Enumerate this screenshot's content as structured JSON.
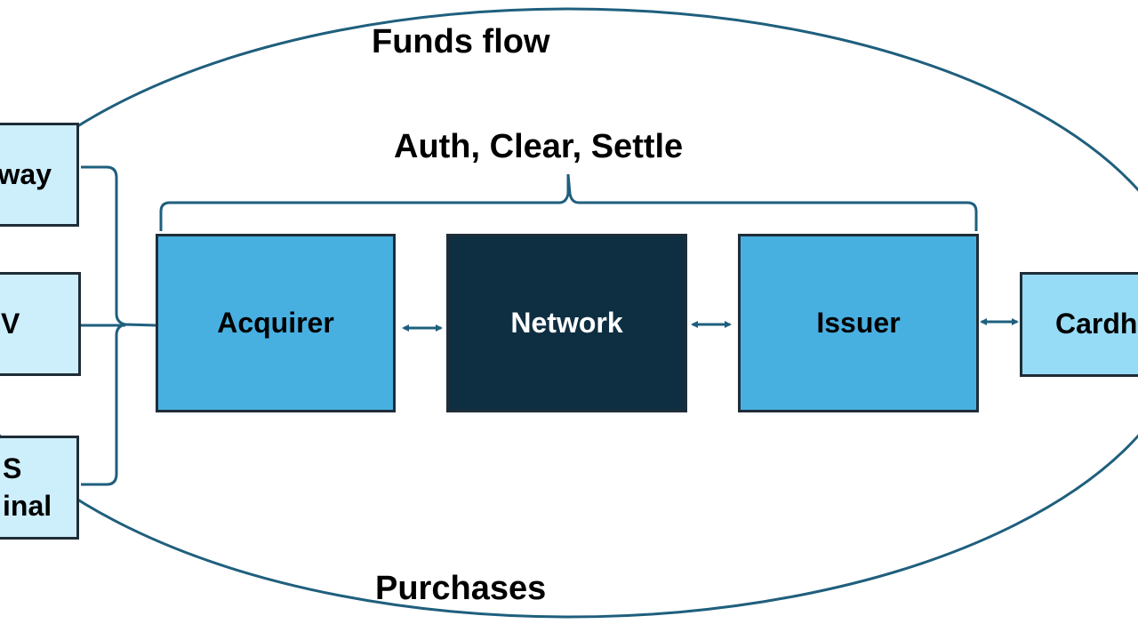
{
  "header": {
    "funds_flow": "Funds flow",
    "auth_clear_settle": "Auth, Clear, Settle",
    "purchases": "Purchases"
  },
  "left_nodes": {
    "gateway": "way",
    "middle": "V",
    "pos_line1": "S",
    "pos_line2": "inal"
  },
  "core_nodes": {
    "acquirer": "Acquirer",
    "network": "Network",
    "issuer": "Issuer"
  },
  "right_node": {
    "cardholder": "Cardh"
  },
  "colors": {
    "line": "#1f5f7d",
    "light_box": "#cdeefb",
    "mid_box": "#48b0e1",
    "dark_box": "#0e2f42",
    "cardholder_box": "#97dcf6",
    "border": "#1f2d38"
  }
}
